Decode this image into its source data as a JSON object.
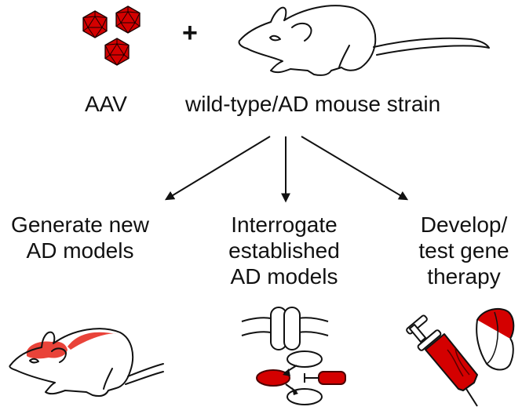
{
  "figure": {
    "top": {
      "aav_label": "AAV",
      "plus_sign": "+",
      "mouse_label": "wild-type/AD mouse strain"
    },
    "outcomes": [
      {
        "lines": [
          "Generate new",
          "AD models"
        ],
        "icon": "mouse-brain-transduced-icon"
      },
      {
        "lines": [
          "Interrogate",
          "established",
          "AD models"
        ],
        "icon": "signaling-pathway-icon"
      },
      {
        "lines": [
          "Develop/",
          "test gene",
          "therapy"
        ],
        "icon": "syringe-capsule-dna-icon"
      }
    ],
    "colors": {
      "accent_red": "#d40000",
      "highlight_red": "#e8392f",
      "line": "#111111"
    }
  }
}
